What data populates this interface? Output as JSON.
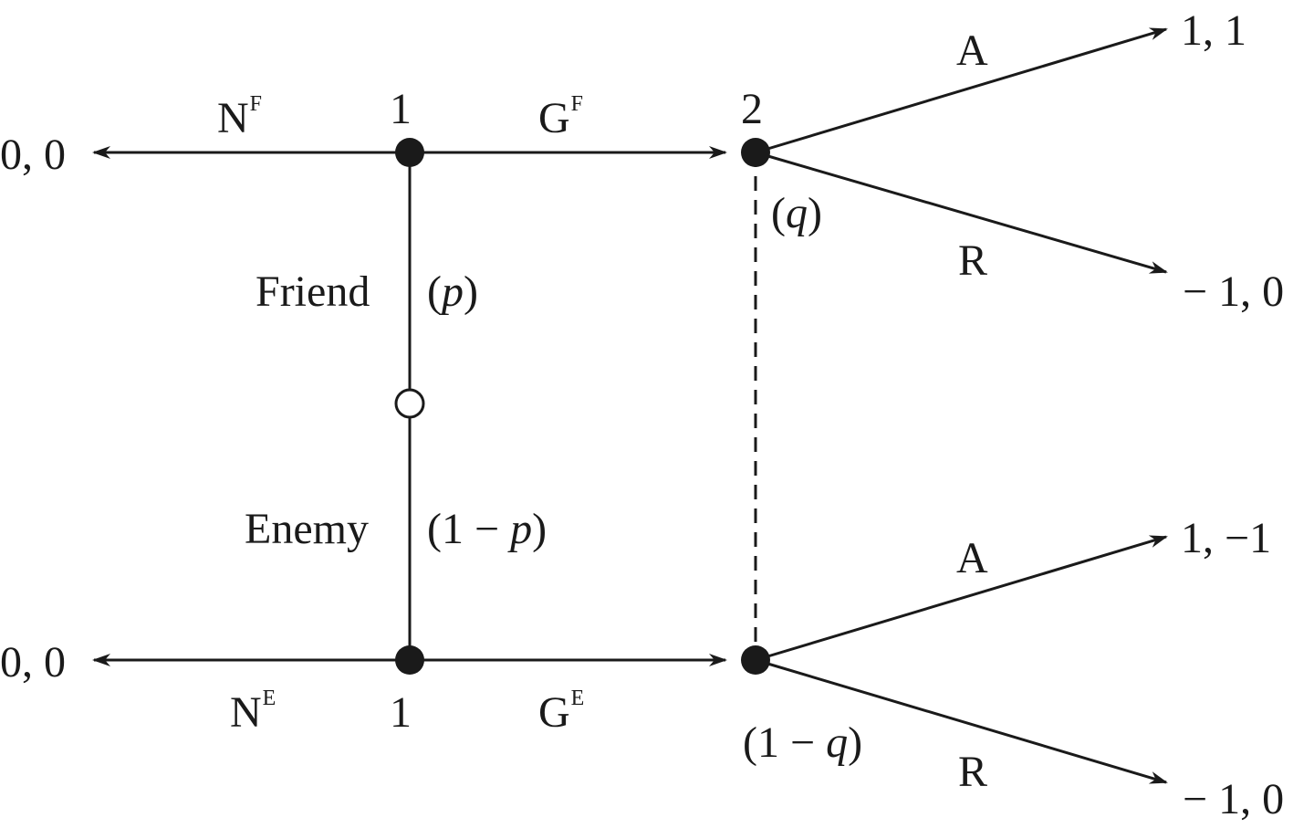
{
  "colors": {
    "ink": "#1a1a1a",
    "background": "#ffffff"
  },
  "nature": {
    "name": "open-circle"
  },
  "top": {
    "player": "1",
    "left_move": {
      "base": "N",
      "sup": "F"
    },
    "right_move": {
      "base": "G",
      "sup": "F"
    },
    "payoff_left": "0, 0"
  },
  "bottom": {
    "player": "1",
    "left_move": {
      "base": "N",
      "sup": "E"
    },
    "right_move": {
      "base": "G",
      "sup": "E"
    },
    "payoff_left": "0, 0"
  },
  "types": {
    "friend": {
      "label": "Friend",
      "prob_open": "(",
      "prob_var": "p",
      "prob_close": ")"
    },
    "enemy": {
      "label": "Enemy",
      "prob_prefix": "(1 − ",
      "prob_var": "p",
      "prob_close": ")"
    }
  },
  "responder": {
    "player": "2",
    "belief_top": {
      "open": "(",
      "var": "q",
      "close": ")"
    },
    "belief_bottom": {
      "prefix": "(1 − ",
      "var": "q",
      "close": ")"
    },
    "top_accept": "A",
    "top_reject": "R",
    "bottom_accept": "A",
    "bottom_reject": "R",
    "payoff_top_accept": "1, 1",
    "payoff_top_reject": "− 1, 0",
    "payoff_bottom_accept": "1, −1",
    "payoff_bottom_reject": "− 1, 0"
  }
}
